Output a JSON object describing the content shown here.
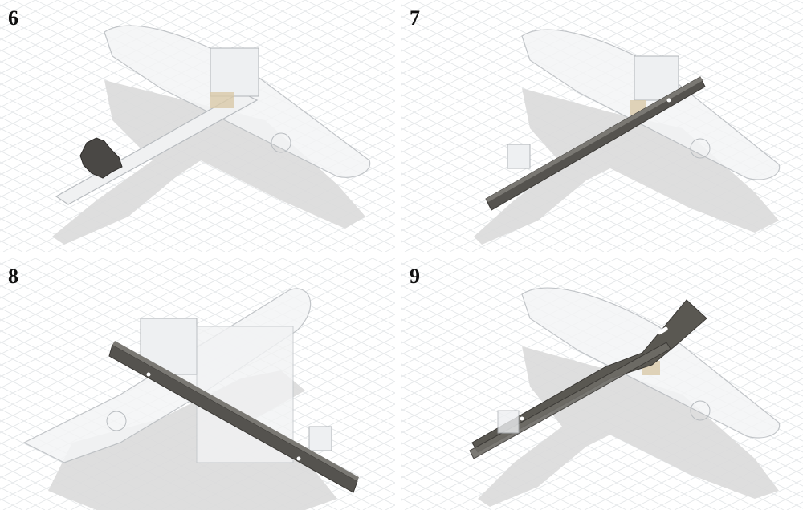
{
  "panels": [
    {
      "id": "6",
      "label": "6"
    },
    {
      "id": "7",
      "label": "7"
    },
    {
      "id": "8",
      "label": "8"
    },
    {
      "id": "9",
      "label": "9"
    }
  ],
  "colors": {
    "grid_line": "#e3e6e8",
    "grid_green": "#cfe8cf",
    "shadow": "#d9d9d9",
    "part_outline": "#b8bcc0",
    "ghost_fill": "#f2f3f4",
    "dark_part": "#5a5852",
    "dark_part_edge": "#3e3c38",
    "tan_accent": "#d9c9a8"
  }
}
